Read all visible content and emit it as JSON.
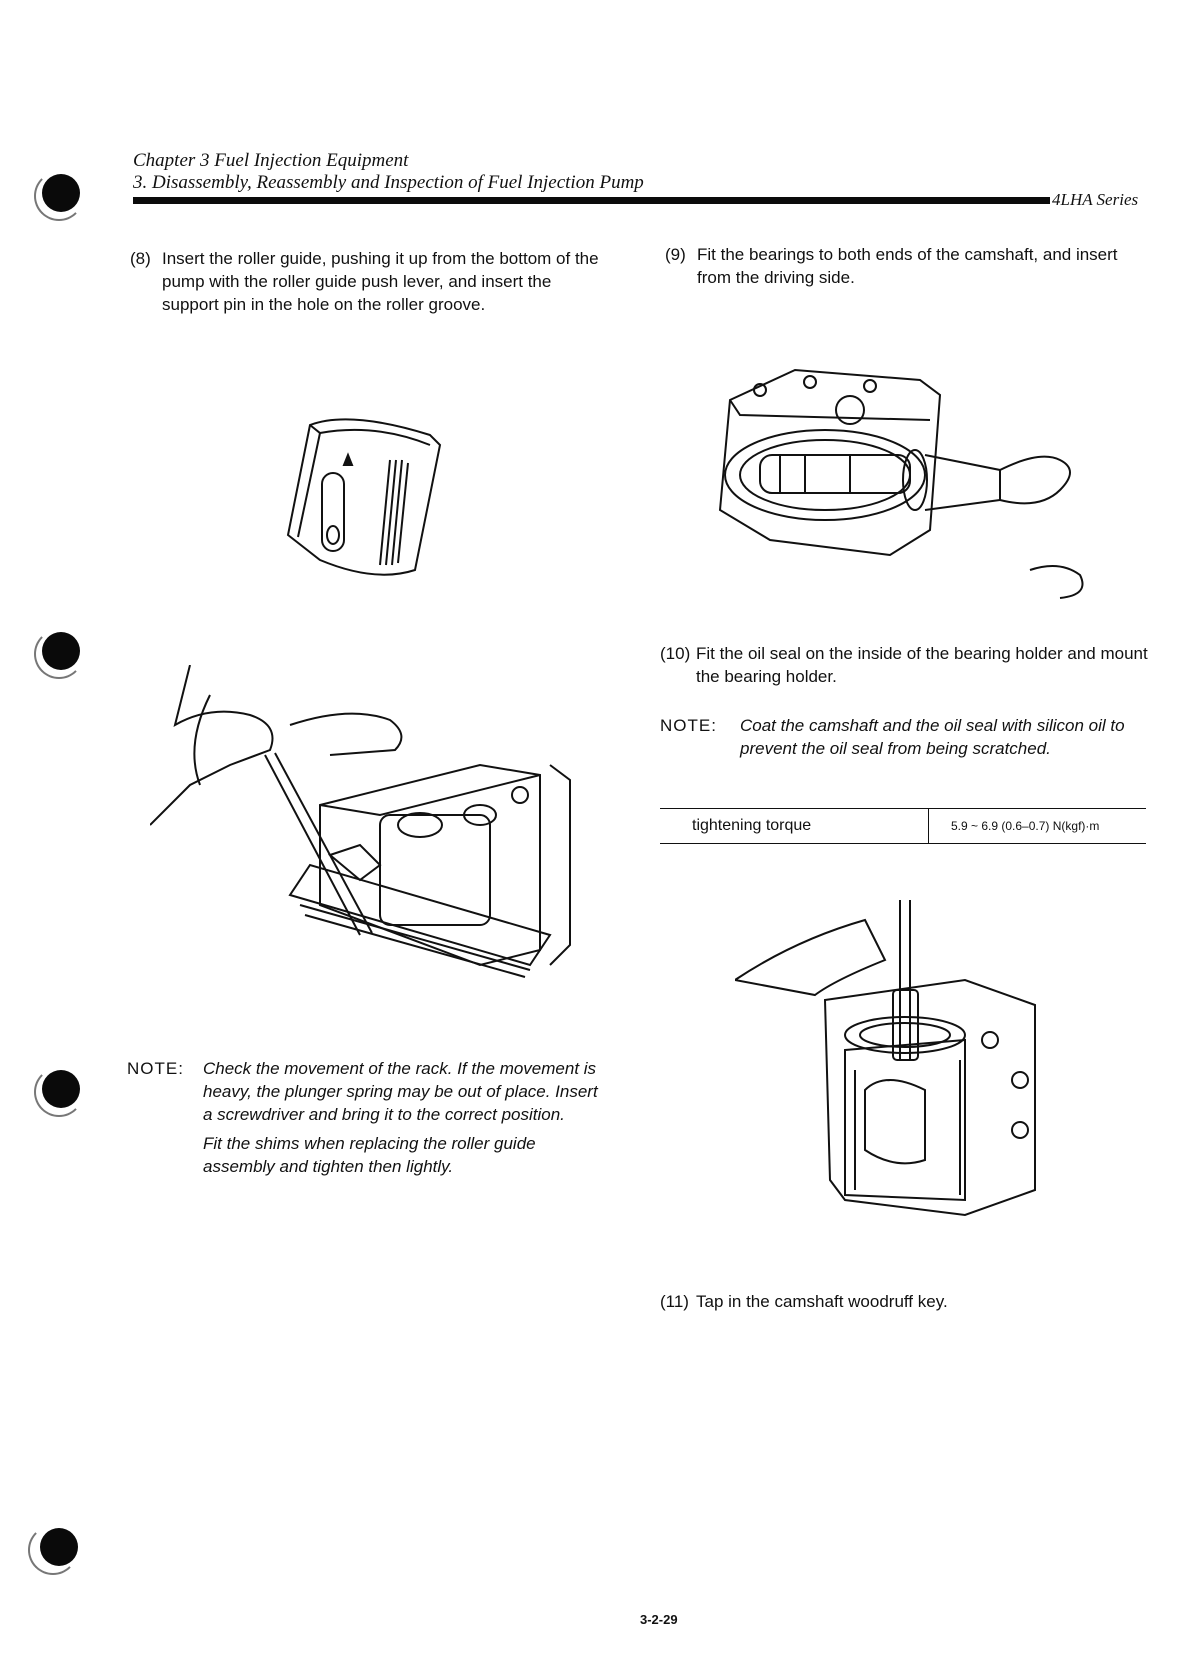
{
  "header": {
    "chapter": "Chapter 3 Fuel Injection Equipment",
    "section": "3. Disassembly, Reassembly and Inspection of Fuel Injection Pump",
    "series": "4LHA Series"
  },
  "steps": [
    {
      "num": "(8)",
      "text": "Insert the roller guide, pushing it up from the bottom of the pump with the roller guide push lever, and insert the support pin in the hole on the roller groove."
    },
    {
      "num": "(9)",
      "text": "Fit the bearings to both ends of the camshaft, and insert from the driving side."
    },
    {
      "num": "(10)",
      "text": "Fit the oil seal on the inside of the bearing holder and mount the bearing holder."
    },
    {
      "num": "(11)",
      "text": "Tap in the camshaft woodruff key."
    }
  ],
  "notes": [
    {
      "label": "NOTE:",
      "lines": [
        "Check the movement of the rack. If the movement is heavy, the plunger spring may be out of place. Insert a screwdriver and bring it to the correct position.",
        "Fit the shims when replacing the roller guide assembly and tighten then lightly."
      ]
    },
    {
      "label": "NOTE:",
      "lines": [
        "Coat the camshaft and the oil seal with silicon oil to prevent the oil seal from being scratched."
      ]
    }
  ],
  "spec_table": {
    "label": "tightening torque",
    "value": "5.9 ~ 6.9 (0.6–0.7) N(kgf)·m"
  },
  "page_number": "3-2-29"
}
